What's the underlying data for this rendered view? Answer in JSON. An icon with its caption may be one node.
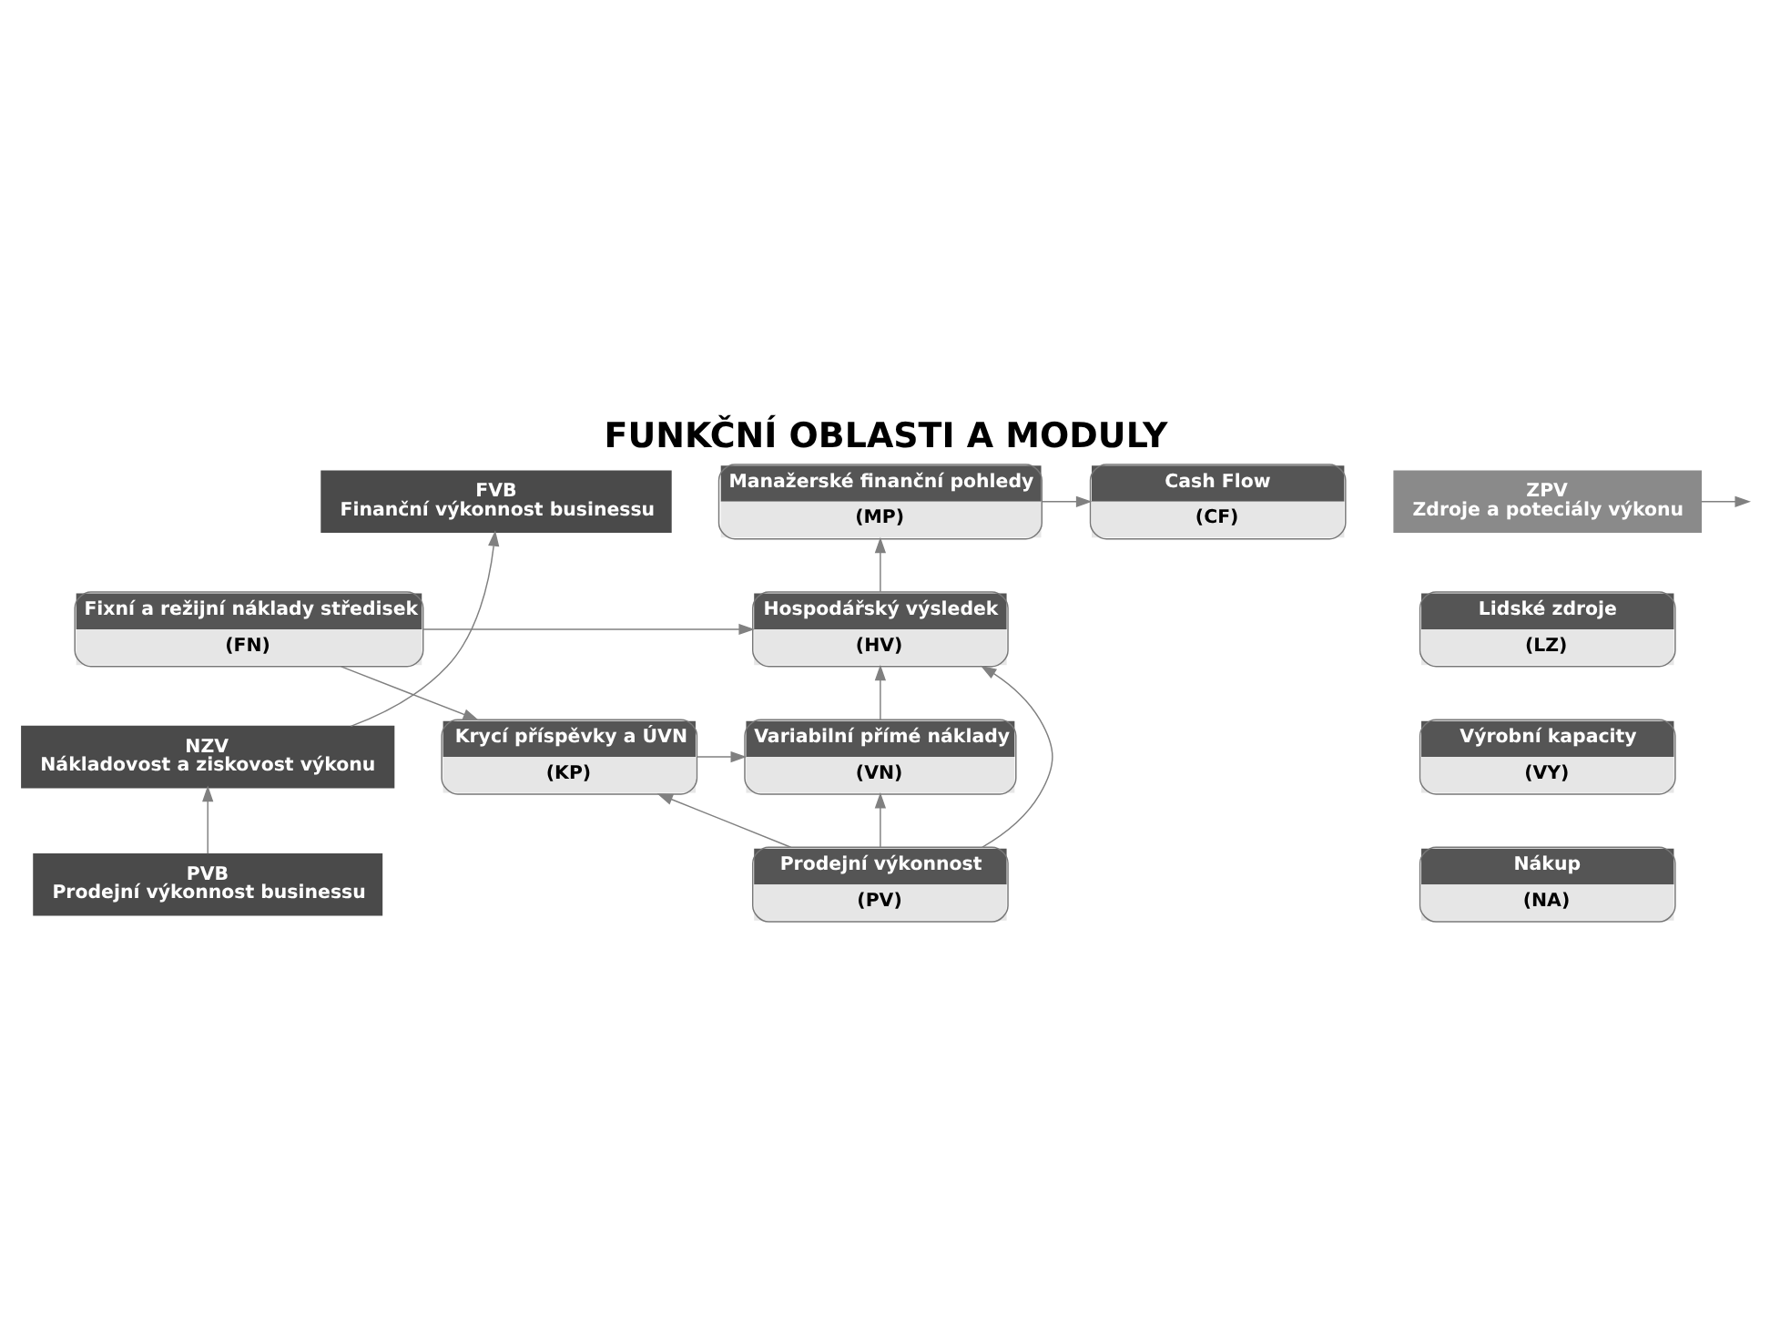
{
  "diagram": {
    "title": "FUNKČNÍ OBLASTI A MODULY",
    "nodes": [
      {
        "text": [
          "Manažerské finanční pohledy",
          "(MP)"
        ]
      },
      {
        "text": [
          "Cash Flow",
          "(CF)"
        ]
      },
      {
        "text": [
          "FVB",
          "Finanční výkonnost businessu"
        ]
      },
      {
        "text": [
          "ZPV",
          "Zdroje a poteciály výkonu"
        ]
      },
      {
        "text": [
          "Hospodářský výsledek",
          "(HV)"
        ]
      },
      {
        "text": [
          "Fixní a režijní náklady středisek",
          "(FN)"
        ]
      },
      {
        "text": [
          "Lidské zdroje",
          "(LZ)"
        ]
      },
      {
        "text": [
          "NZV",
          "Nákladovost a ziskovost výkonu"
        ]
      },
      {
        "text": [
          "Variabilní přímé náklady",
          "(VN)"
        ]
      },
      {
        "text": [
          "Krycí příspěvky a ÚVN",
          "(KP)"
        ]
      },
      {
        "text": [
          "Výrobní kapacity",
          "(VY)"
        ]
      },
      {
        "text": [
          "Nákup",
          "(NA)"
        ]
      },
      {
        "text": [
          "PVB",
          "Prodejní výkonnost businessu"
        ]
      },
      {
        "text": [
          "Prodejní výkonnost",
          "(PV)"
        ]
      }
    ],
    "edges": [
      {
        "from": 0,
        "to": 1,
        "arrow": "to"
      },
      {
        "from": 4,
        "to": 0,
        "arrow": "to"
      },
      {
        "from": 5,
        "to": 4,
        "arrow": "to"
      },
      {
        "from": 5,
        "to": 9,
        "arrow": "to"
      },
      {
        "from": 13,
        "to": 4,
        "arrow": "to"
      },
      {
        "from": 8,
        "to": 4,
        "arrow": "to"
      },
      {
        "from": 9,
        "to": 8,
        "arrow": "to"
      },
      {
        "from": 13,
        "to": 8,
        "arrow": "to"
      },
      {
        "from": 13,
        "to": 9,
        "arrow": "to"
      },
      {
        "from": 12,
        "to": 7,
        "arrow": "to"
      },
      {
        "from": 7,
        "to": 2,
        "arrow": "to"
      },
      {
        "from": 3,
        "to": null,
        "arrow": "to"
      }
    ]
  }
}
